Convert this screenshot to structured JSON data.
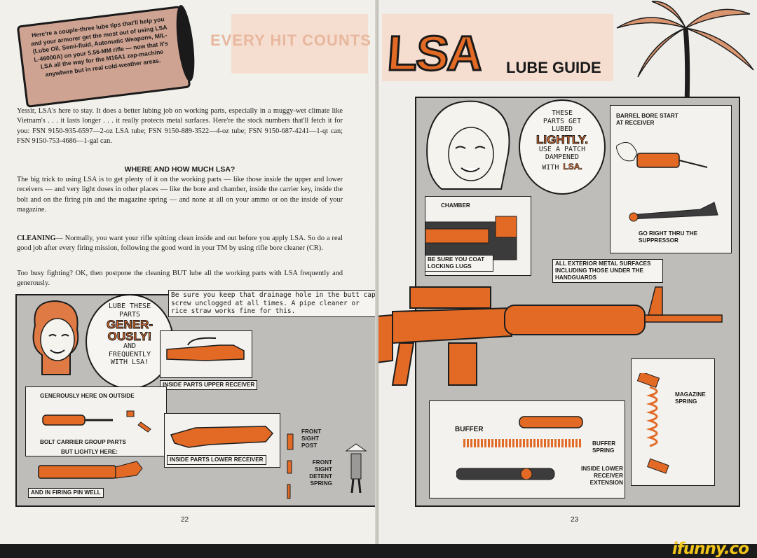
{
  "left_page": {
    "callout": "Here're a couple-three lube tips that'll help you and your armorer get the most out of using LSA (Lube Oil, Semi-fluid, Automatic Weapons, MIL-L-46000A) on your 5.56-MM rifle — now that it's LSA all the way for the M16A1 zap-machine anywhere but in real cold-weather areas.",
    "background_title": "EVERY HIT COUNTS",
    "intro": "Yessir, LSA's here to stay. It does a better lubing job on working parts, especially in a muggy-wet climate like Vietnam's . . . it lasts longer . . . it really protects metal surfaces. Here're the stock numbers that'll fetch it for you: FSN 9150-935-6597—2-oz LSA tube; FSN 9150-889-3522—4-oz tube; FSN 9150-687-4241—1-qt can; FSN 9150-753-4686—1-gal can.",
    "heading": "WHERE AND HOW MUCH LSA?",
    "para2": "The big trick to using LSA is to get plenty of it on the working parts — like those inside the upper and lower receivers — and very light doses in other places — like the bore and chamber, inside the carrier key, inside the bolt and on the firing pin and the magazine spring — and none at all on your ammo or on the inside of your magazine.",
    "cleaning_label": "CLEANING",
    "cleaning": "— Normally, you want your rifle spitting clean inside and out before you apply LSA. So do a real good job after every firing mission, following the good word in your TM by using rifle bore cleaner (CR).",
    "para4": "Too busy fighting? OK, then postpone the cleaning BUT lube all the working parts with LSA frequently and generously.",
    "note": "Be sure you keep that drainage hole in the butt cap screw unclogged at all times. A pipe cleaner or rice straw works fine for this.",
    "bubble": {
      "line1": "LUBE THESE",
      "line2": "PARTS",
      "big1": "GENER-",
      "big2": "OUSLY!",
      "line3": "AND",
      "line4": "FREQUENTLY",
      "line5": "WITH LSA!"
    },
    "labels": {
      "upper": "INSIDE PARTS UPPER RECEIVER",
      "outside": "GENEROUSLY HERE ON OUTSIDE",
      "bolt": "BOLT CARRIER GROUP PARTS",
      "lightly": "BUT LIGHTLY HERE:",
      "firing_pin": "AND IN FIRING PIN WELL",
      "lower": "INSIDE PARTS LOWER RECEIVER",
      "front_post": "FRONT SIGHT POST",
      "front_detent": "FRONT SIGHT DETENT SPRING"
    },
    "page_number": "22"
  },
  "right_page": {
    "title": "LSA",
    "subtitle": "LUBE GUIDE",
    "bubble": {
      "line1": "THESE",
      "line2": "PARTS GET",
      "line3": "LUBED",
      "big": "LIGHTLY.",
      "line4": "USE A PATCH",
      "line5": "DAMPENED",
      "line6": "WITH",
      "big2": "LSA."
    },
    "labels": {
      "barrel": "BARREL BORE START AT RECEIVER",
      "suppressor": "GO RIGHT THRU THE SUPPRESSOR",
      "chamber": "CHAMBER",
      "coat": "BE SURE YOU COAT LOCKING LUGS",
      "exterior": "ALL EXTERIOR METAL SURFACES INCLUDING THOSE UNDER THE HANDGUARDS",
      "magazine": "MAGAZINE SPRING",
      "buffer": "BUFFER",
      "buffer_spring": "BUFFER SPRING",
      "extension": "INSIDE LOWER RECEIVER EXTENSION"
    },
    "page_number": "23"
  },
  "footer": {
    "brand": "ifunny.co"
  },
  "colors": {
    "orange": "#e26a25",
    "panel": "#bfbdba",
    "paper": "#f1f0eb",
    "ink": "#1d1d1d"
  }
}
